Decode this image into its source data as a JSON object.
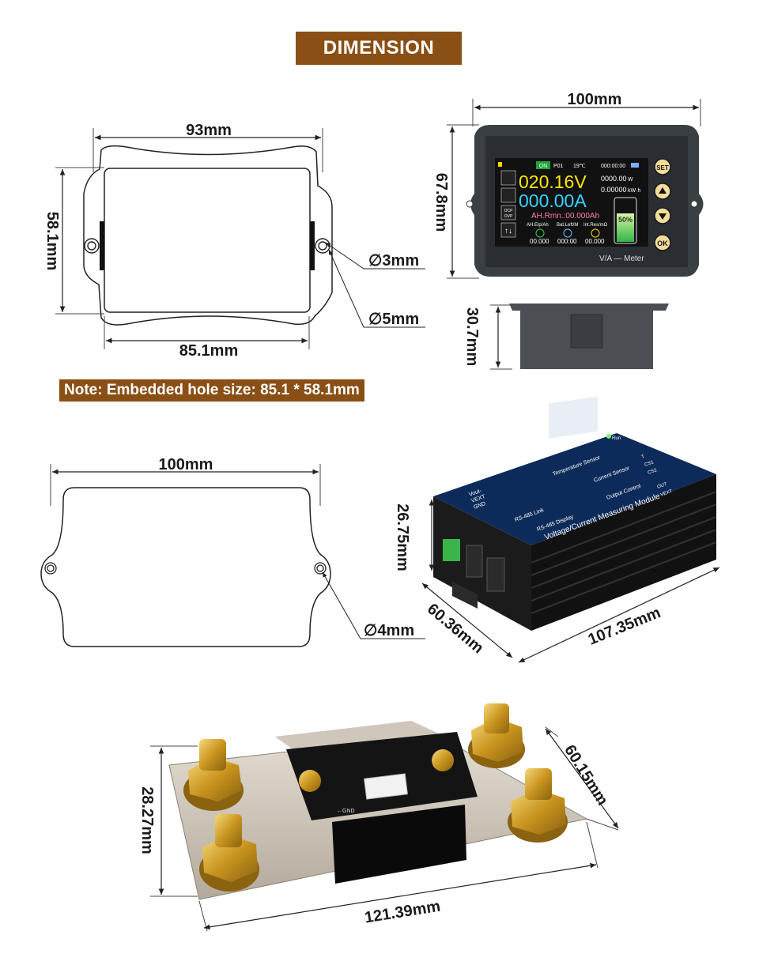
{
  "header": {
    "title": "DIMENSION"
  },
  "note": {
    "text": "Note: Embedded hole size: 85.1 * 58.1mm"
  },
  "dimensions": {
    "panel_width": "93mm",
    "panel_height": "58.1mm",
    "panel_inner_width": "85.1mm",
    "hole_small": "∅3mm",
    "hole_large": "∅5mm",
    "meter_width": "100mm",
    "meter_height": "67.8mm",
    "meter_depth": "30.7mm",
    "module_width": "100mm",
    "module_hole": "∅4mm",
    "module_height": "26.75mm",
    "module_depth": "60.36mm",
    "module_length": "107.35mm",
    "shunt_height": "28.27mm",
    "shunt_depth": "60.15mm",
    "shunt_length": "121.39mm"
  },
  "meter_screen": {
    "status": {
      "on": "ON",
      "profile": "P01",
      "temp": "19℃",
      "time": "000:00:00"
    },
    "voltage": "020.16V",
    "current": "000.00A",
    "power": "0000.00",
    "power_unit": "W",
    "energy": "0.00000",
    "energy_unit": "kW·h",
    "ah_remaining": "AH.Rmn.:00.000Ah",
    "battery_pct": "50%",
    "bottom_labels": [
      "AH.Elp/Ah",
      "Bat.Left/M",
      "Int.Res/mΩ"
    ],
    "bottom_values": [
      "00.000",
      "000:00",
      "00.000"
    ],
    "side_labels": [
      "OCP",
      "OVP"
    ],
    "buttons": [
      "SET",
      "OK"
    ],
    "brand": "V/A — Meter"
  },
  "module_labels": {
    "title": "Voltage/Current Measuring Module",
    "left_terminal": [
      "Vout-",
      "VEXT",
      "GND"
    ],
    "port1": "RS-485 Link",
    "port2": "RS-485 Display",
    "center": [
      "Temperature Sensor",
      "Current Sensor",
      "Output Control"
    ],
    "right_terminal": [
      "T",
      "CS1",
      "CS2",
      "OUT",
      "VEXT"
    ],
    "led": "Run"
  },
  "shunt_labels": {
    "gnd": "←GND"
  }
}
